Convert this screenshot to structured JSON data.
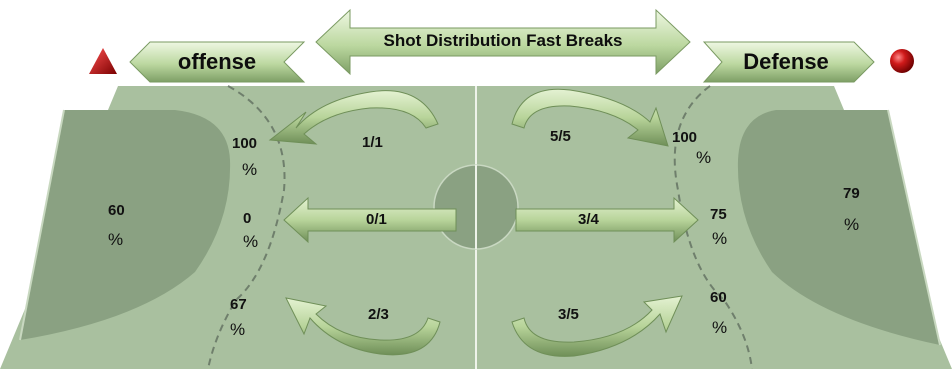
{
  "header": {
    "title": "Shot Distribution Fast Breaks",
    "offense_label": "offense",
    "defense_label": "Defense",
    "offense_icon": "red-triangle-icon",
    "defense_icon": "red-ball-icon"
  },
  "colors": {
    "court": "#a8bf9f",
    "goal_area": "#8ba283",
    "center_circle": "#8ba283",
    "arrow": "#b8d49a",
    "marker": "#c0101a"
  },
  "offense": {
    "top": {
      "value": "100",
      "unit": "%"
    },
    "middle": {
      "value": "0",
      "unit": "%"
    },
    "bottom": {
      "value": "67",
      "unit": "%"
    },
    "goal": {
      "value": "60",
      "unit": "%"
    },
    "ratios": {
      "top": "1/1",
      "middle": "0/1",
      "bottom": "2/3"
    }
  },
  "defense": {
    "top": {
      "value": "100",
      "unit": "%"
    },
    "middle": {
      "value": "75",
      "unit": "%"
    },
    "bottom": {
      "value": "60",
      "unit": "%"
    },
    "goal": {
      "value": "79",
      "unit": "%"
    },
    "ratios": {
      "top": "5/5",
      "middle": "3/4",
      "bottom": "3/5"
    }
  }
}
